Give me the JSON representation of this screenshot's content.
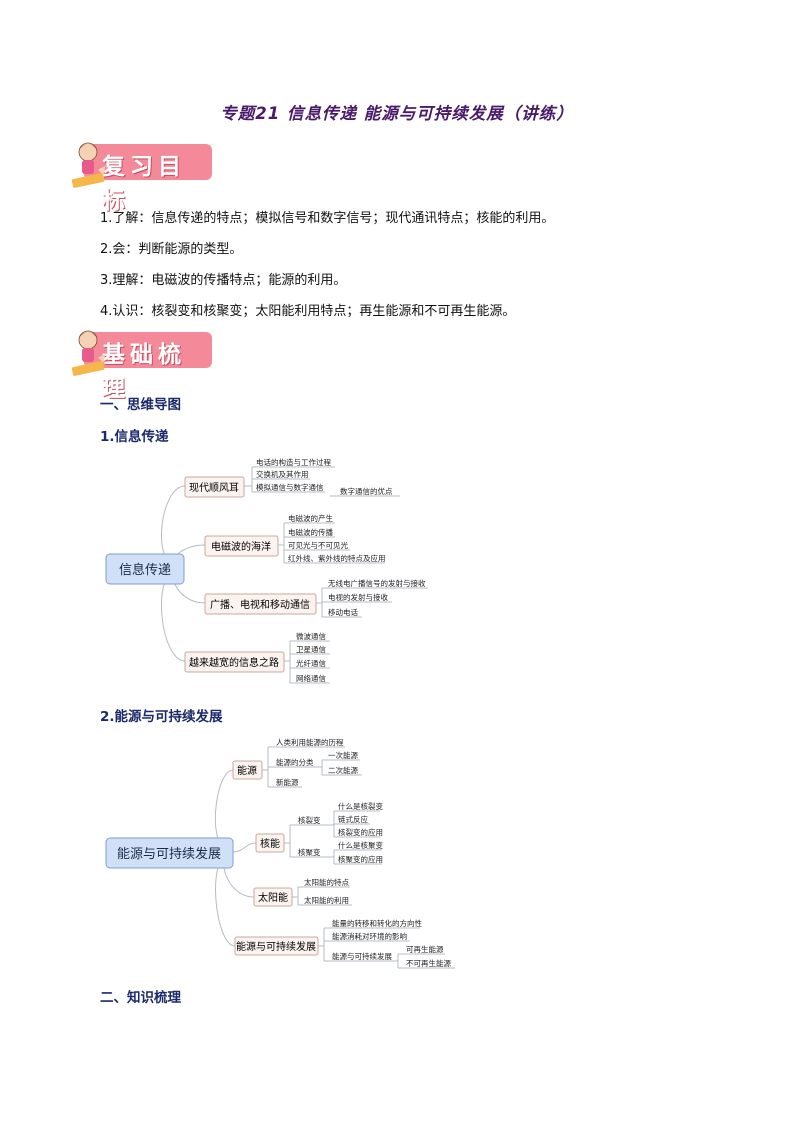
{
  "page": {
    "title": "专题21  信息传递   能源与可持续发展（讲练）"
  },
  "banner1": {
    "label": "复习目标"
  },
  "objectives": [
    "1.了解：信息传递的特点；模拟信号和数字信号；现代通讯特点；核能的利用。",
    "2.会：判断能源的类型。",
    "3.理解：电磁波的传播特点；能源的利用。",
    "4.认识：核裂变和核聚变；太阳能利用特点；再生能源和不可再生能源。"
  ],
  "banner2": {
    "label": "基础梳理"
  },
  "section1": {
    "heading": "一、思维导图"
  },
  "map1": {
    "heading": "1.信息传递",
    "root": "信息传递",
    "branches": [
      {
        "label": "现代顺风耳",
        "leaves": [
          "电话的构造与工作过程",
          "交换机及其作用",
          "模拟通信与数字通信"
        ],
        "extra": "数字通信的优点"
      },
      {
        "label": "电磁波的海洋",
        "leaves": [
          "电磁波的产生",
          "电磁波的传播",
          "可见光与不可见光",
          "红外线、紫外线的特点及应用"
        ]
      },
      {
        "label": "广播、电视和移动通信",
        "leaves": [
          "无线电广播信号的发射与接收",
          "电视的发射与接收",
          "移动电话"
        ]
      },
      {
        "label": "越来越宽的信息之路",
        "leaves": [
          "微波通信",
          "卫星通信",
          "光纤通信",
          "网络通信"
        ]
      }
    ]
  },
  "map2": {
    "heading": "2.能源与可持续发展",
    "root": "能源与可持续发展",
    "b1": {
      "label": "能源",
      "leaf1": "人类利用能源的历程",
      "mid": "能源的分类",
      "sub": [
        "一次能源",
        "二次能源"
      ],
      "leaf3": "新能源"
    },
    "b2": {
      "label": "核能",
      "fission": "核裂变",
      "fission_leaves": [
        "什么是核裂变",
        "链式反应",
        "核裂变的应用"
      ],
      "fusion": "核聚变",
      "fusion_leaves": [
        "什么是核聚变",
        "核聚变的应用"
      ]
    },
    "b3": {
      "label": "太阳能",
      "leaves": [
        "太阳能的特点",
        "太阳能的利用"
      ]
    },
    "b4": {
      "label": "能源与可持续发展",
      "leaves": [
        "能量的转移和转化的方向性",
        "能源消耗对环境的影响"
      ],
      "mid": "能源与可持续发展",
      "sub": [
        "可再生能源",
        "不可再生能源"
      ]
    }
  },
  "section2": {
    "heading": "二、知识梳理"
  },
  "colors": {
    "title": "#4a1a6a",
    "banner": "#f48a99",
    "root_fill": "#cfe0f7",
    "root_stroke": "#7d9fd3",
    "branch_fill": "#fbf3ef",
    "branch_stroke": "#c9a99c",
    "line": "#b5bcc6"
  }
}
